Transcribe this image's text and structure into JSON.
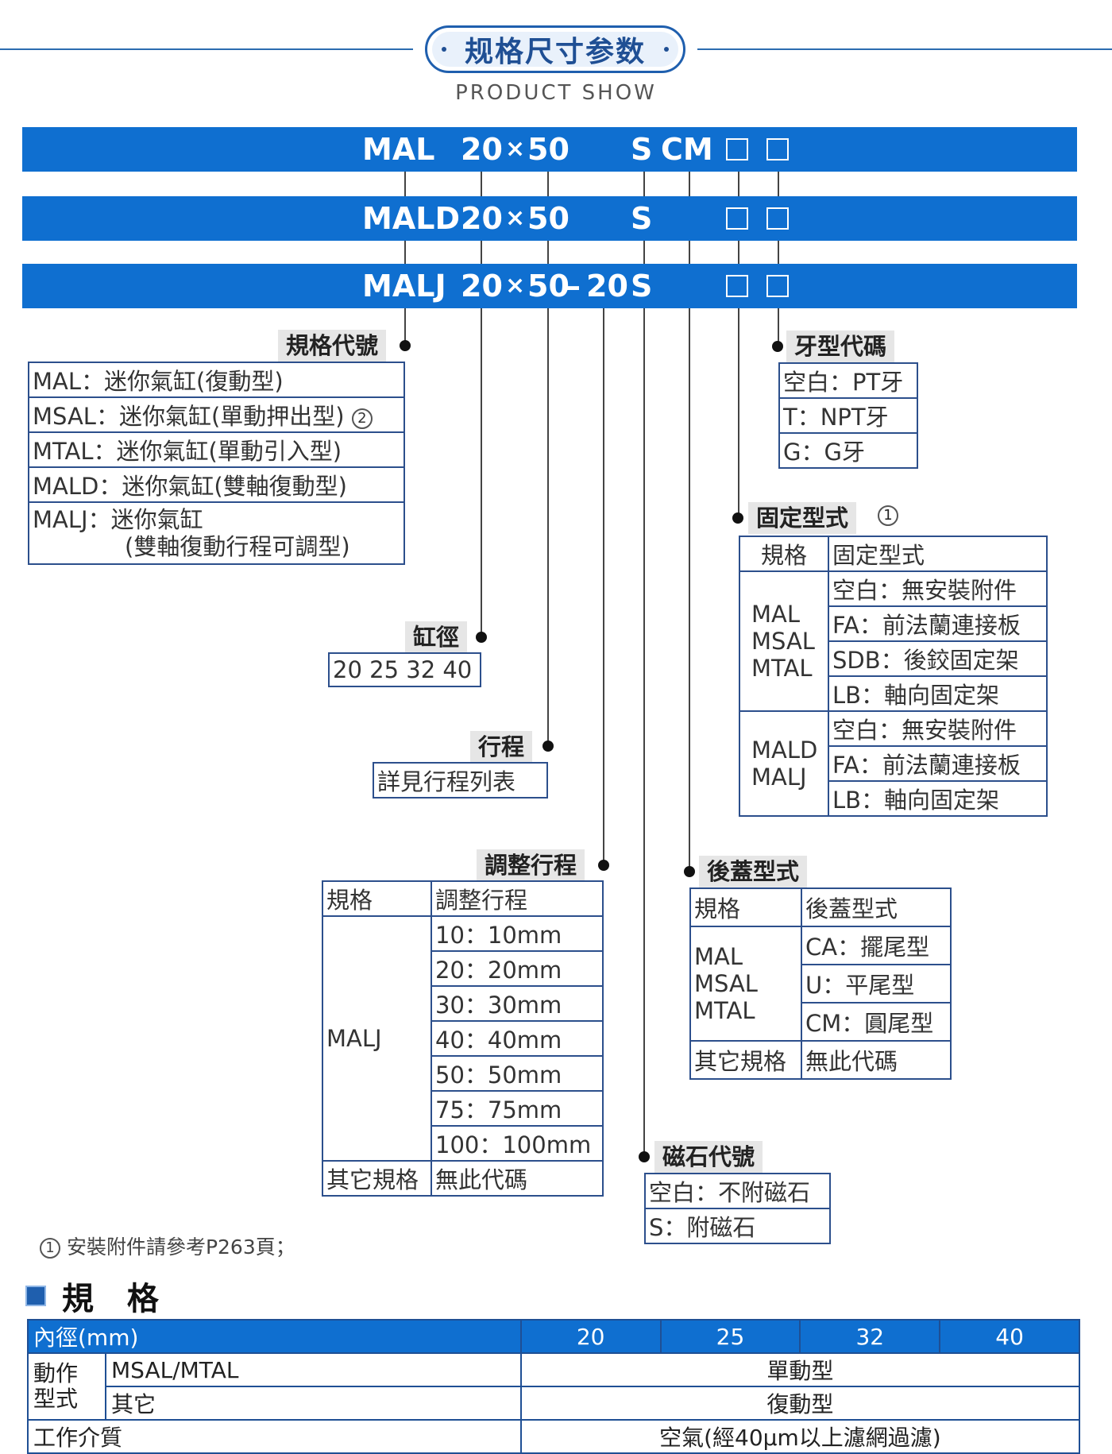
{
  "header": {
    "title": "规格尺寸参数",
    "subtitle": "PRODUCT SHOW"
  },
  "codes": {
    "row1": {
      "model": "MAL",
      "size": "20",
      "times": "×",
      "stroke": "50",
      "s": "S",
      "cm": "CM"
    },
    "row2": {
      "model": "MALD",
      "size": "20",
      "times": "×",
      "stroke": "50",
      "s": "S"
    },
    "row3": {
      "model": "MALJ",
      "size": "20",
      "times": "×",
      "stroke": "50",
      "dash": "–",
      "adj": "20",
      "s": "S"
    }
  },
  "series_code": {
    "label": "規格代號",
    "rows": [
      "MAL：迷你氣缸(復動型)",
      "MSAL：迷你氣缸(單動押出型)",
      "MTAL：迷你氣缸(單動引入型)",
      "MALD：迷你氣缸(雙軸復動型)",
      "MALJ：迷你氣缸",
      "(雙軸復動行程可調型)"
    ],
    "note_mark": "2"
  },
  "thread_code": {
    "label": "牙型代碼",
    "rows": [
      "空白：PT牙",
      "T：NPT牙",
      "G：G牙"
    ]
  },
  "bore": {
    "label": "缸徑",
    "values": "20 25 32 40"
  },
  "stroke": {
    "label": "行程",
    "value": "詳見行程列表"
  },
  "mounting": {
    "label": "固定型式",
    "note_mark": "1",
    "head_spec": "規格",
    "head_type": "固定型式",
    "group1_models": [
      "MAL",
      "MSAL",
      "MTAL"
    ],
    "group1_options": [
      "空白：無安裝附件",
      "FA：前法蘭連接板",
      "SDB：後鉸固定架",
      "LB：軸向固定架"
    ],
    "group2_models": [
      "MALD",
      "MALJ"
    ],
    "group2_options": [
      "空白：無安裝附件",
      "FA：前法蘭連接板",
      "LB：軸向固定架"
    ]
  },
  "adjust_stroke": {
    "label": "調整行程",
    "head_spec": "規格",
    "head_value": "調整行程",
    "model": "MALJ",
    "options": [
      "10：10mm",
      "20：20mm",
      "30：30mm",
      "40：40mm",
      "50：50mm",
      "75：75mm",
      "100：100mm"
    ],
    "other_spec": "其它規格",
    "other_value": "無此代碼"
  },
  "rear_cover": {
    "label": "後蓋型式",
    "head_spec": "規格",
    "head_type": "後蓋型式",
    "models": [
      "MAL",
      "MSAL",
      "MTAL"
    ],
    "options": [
      "CA：擺尾型",
      "U：平尾型",
      "CM：圓尾型"
    ],
    "other_spec": "其它規格",
    "other_value": "無此代碼"
  },
  "magnet": {
    "label": "磁石代號",
    "rows": [
      "空白：不附磁石",
      "S：附磁石"
    ]
  },
  "footnote": {
    "mark": "1",
    "text": "安裝附件請參考P263頁；"
  },
  "specs": {
    "title": "規 格",
    "header": [
      "內徑(mm)",
      "20",
      "25",
      "32",
      "40"
    ],
    "action_label_1": "動作",
    "action_label_2": "型式",
    "row1_sub": "MSAL/MTAL",
    "row1_value": "單動型",
    "row2_sub": "其它",
    "row2_value": "復動型",
    "row3_label": "工作介質",
    "row3_value": "空氣(經40μm以上濾網過濾)"
  }
}
